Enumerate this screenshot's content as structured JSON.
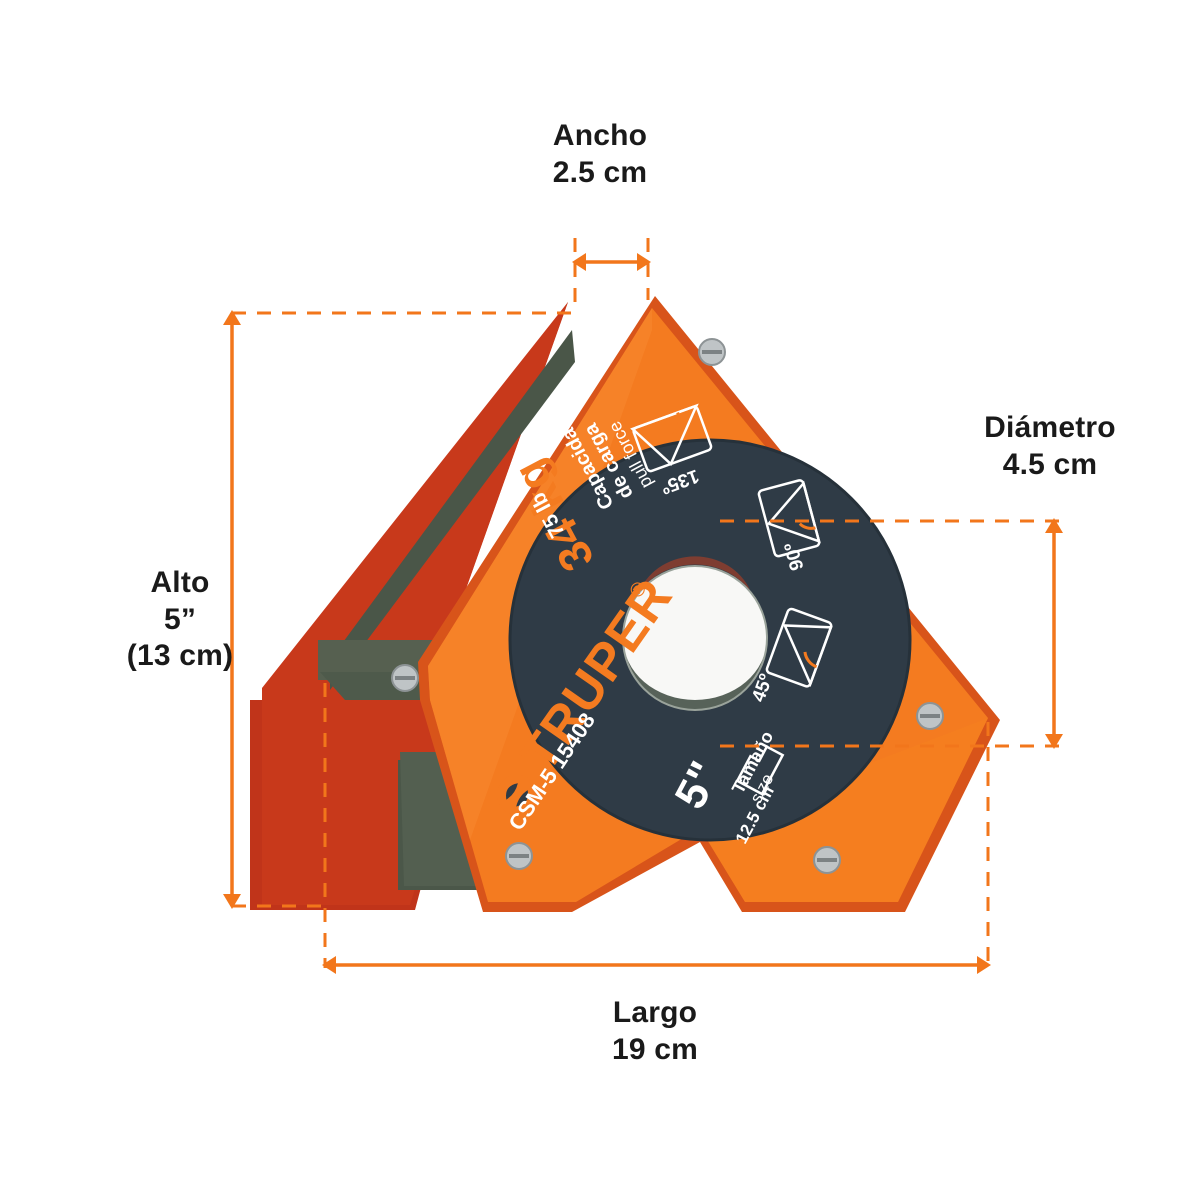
{
  "product": {
    "brand": "TRUPER",
    "brand_mark": "®",
    "model_code": "CSM-5  15408",
    "capacity_kg": "34 kg",
    "capacity_lb": "75 lb",
    "capacity_label_es": "Capacidad",
    "capacity_label_sub": "de carga",
    "capacity_label_en": "pull force",
    "size_value_in": "5\"",
    "size_value_cm": "12.5 cm",
    "size_label_es": "Tamaño",
    "size_label_en": "size",
    "angles": [
      "135º",
      "90º",
      "45º"
    ]
  },
  "dimensions": {
    "ancho": {
      "name": "Ancho",
      "value": "2.5 cm"
    },
    "diametro": {
      "name": "Diámetro",
      "value": "4.5 cm"
    },
    "alto": {
      "name": "Alto",
      "value": "5”",
      "value_alt": "(13 cm)"
    },
    "largo": {
      "name": "Largo",
      "value": "19 cm"
    }
  },
  "colors": {
    "accent": "#F2761B",
    "body_orange": "#F47B20",
    "body_orange_dark": "#D8541A",
    "face_dark": "#2E3B45",
    "magnet_gray": "#4F5B52",
    "text": "#1A1A1A"
  }
}
